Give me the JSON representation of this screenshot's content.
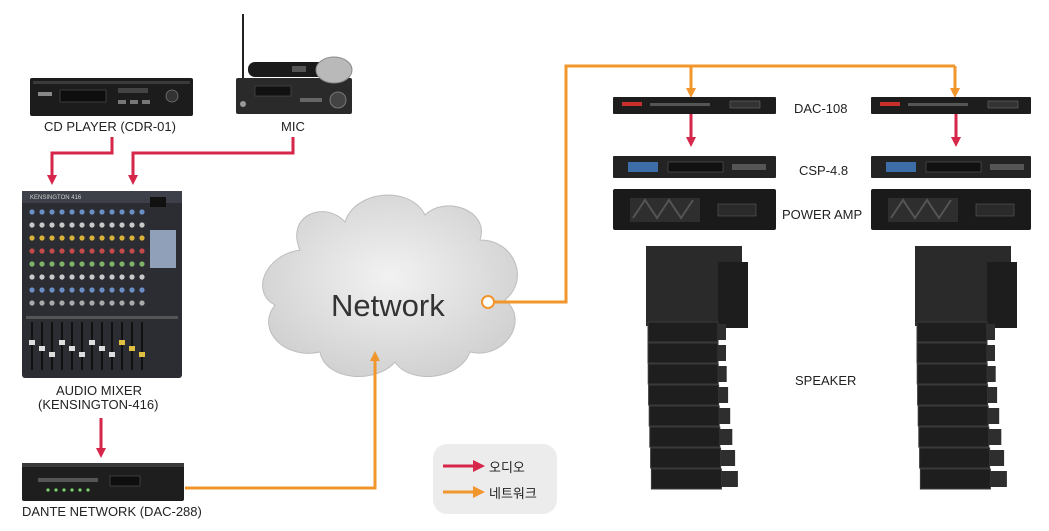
{
  "devices": {
    "cd_player": "CD PLAYER (CDR-01)",
    "mic": "MIC",
    "audio_mixer_line1": "AUDIO MIXER",
    "audio_mixer_line2": "(KENSINGTON-416)",
    "dante_network": "DANTE NETWORK (DAC-288)",
    "dac": "DAC-108",
    "csp": "CSP-4.8",
    "power_amp": "POWER AMP",
    "speaker": "SPEAKER"
  },
  "network_label": "Network",
  "mixer_brand": "KENSINGTON 416",
  "legend": {
    "audio": "오디오",
    "network": "네트워크"
  },
  "colors": {
    "audio_line": "#d6264a",
    "network_line": "#f0962c",
    "cloud_fill": "#d9d9d9",
    "device_dark": "#1c1c1c",
    "legend_bg": "#ececec"
  }
}
